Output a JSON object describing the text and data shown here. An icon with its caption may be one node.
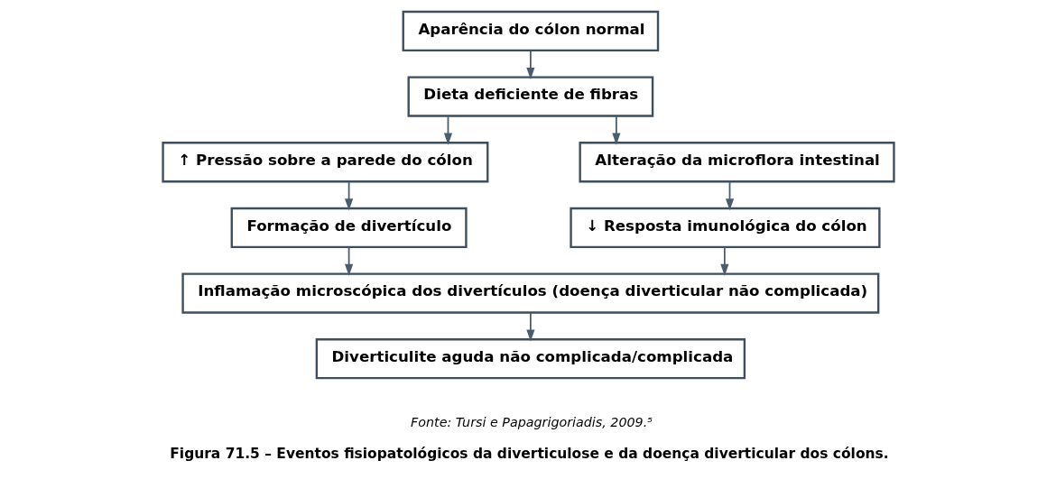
{
  "diagram": {
    "caption": "Figura 71.5 – Eventos fisiopatológicos da diverticulose e da doença diverticular dos cólons.",
    "nodes": [
      {
        "text": [
          "Aparência do cólon normal"
        ]
      },
      {
        "text": [
          "Dieta deficiente de fibras"
        ]
      },
      {
        "text": [
          "↑ Pressão sobre a parede do cólon"
        ]
      },
      {
        "text": [
          "Alteração da microflora intestinal"
        ]
      },
      {
        "text": [
          "Formação de divertículo"
        ]
      },
      {
        "text": [
          "↓ Resposta imunológica do cólon"
        ]
      },
      {
        "text": [
          "Inflamação microscópica dos divertículos (doença diverticular não complicada)"
        ]
      },
      {
        "text": [
          "Diverticulite aguda não complicada/complicada"
        ]
      }
    ],
    "edges": [
      {
        "from": 0,
        "to": 1,
        "arrow": "to"
      },
      {
        "from": 1,
        "to": 2,
        "arrow": "to"
      },
      {
        "from": 1,
        "to": 3,
        "arrow": "to"
      },
      {
        "from": 2,
        "to": 4,
        "arrow": "to"
      },
      {
        "from": 3,
        "to": 5,
        "arrow": "to"
      },
      {
        "from": 4,
        "to": 6,
        "arrow": "to"
      },
      {
        "from": 5,
        "to": 6,
        "arrow": "to"
      },
      {
        "from": 6,
        "to": 7,
        "arrow": "to"
      }
    ],
    "labels": [
      "Fonte: Tursi e Papagrigoriadis, 2009.⁵"
    ]
  }
}
